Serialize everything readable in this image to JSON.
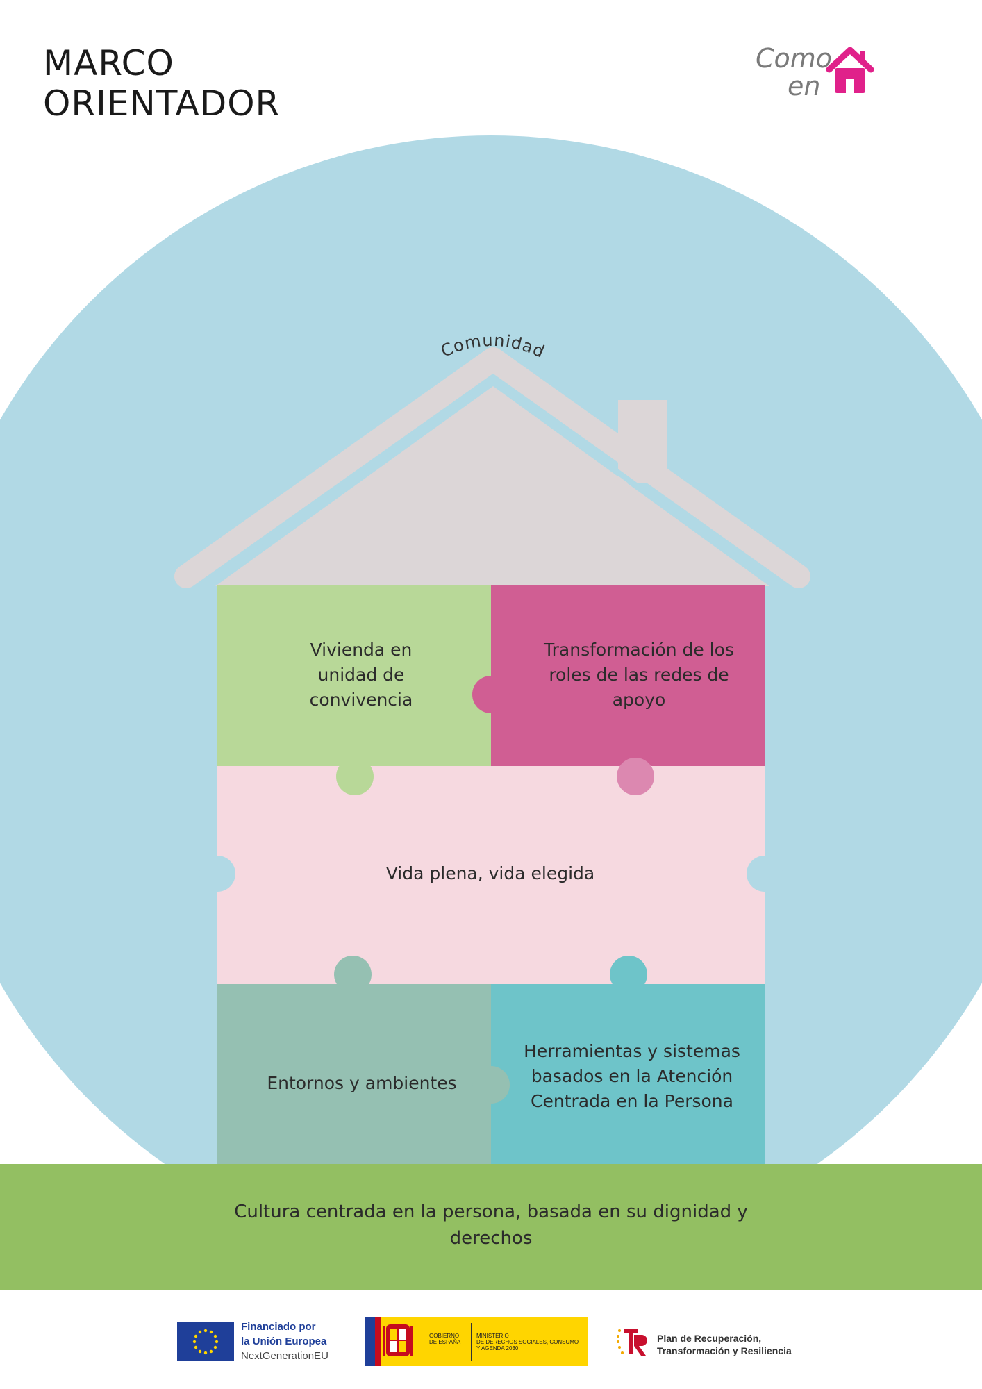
{
  "header": {
    "title_line1": "MARCO",
    "title_line2": "ORIENTADOR"
  },
  "logo": {
    "word1": "Como",
    "word2": "en",
    "icon": "house-icon",
    "color": "#e0218a"
  },
  "diagram": {
    "community_label": "Comunidad",
    "pieces": {
      "top_left": "Vivienda en unidad de convivencia",
      "top_right": "Transformación de los roles de las redes de apoyo",
      "middle": "Vida plena, vida elegida",
      "bottom_left": "Entornos y ambientes",
      "bottom_right": "Herramientas y sistemas basados en la Atención Centrada en la Persona"
    },
    "ground": "Cultura centrada en la persona, basada en su dignidad y derechos",
    "colors": {
      "circle": "#b1d9e5",
      "roof": "#dcd6d7",
      "top_left": "#b8d898",
      "top_right": "#d05e93",
      "middle": "#f6d9e0",
      "bottom_left": "#95c0b2",
      "bottom_right": "#6ec4c9",
      "ground": "#93bf62"
    }
  },
  "footer": {
    "eu_line1": "Financiado por",
    "eu_line2": "la Unión Europea",
    "eu_line3": "NextGenerationEU",
    "gov_line1": "GOBIERNO",
    "gov_line2": "DE ESPAÑA",
    "ministry_line1": "MINISTERIO",
    "ministry_line2": "DE DERECHOS SOCIALES, CONSUMO",
    "ministry_line3": "Y AGENDA 2030",
    "plan_line1": "Plan de Recuperación,",
    "plan_line2": "Transformación y Resiliencia"
  }
}
